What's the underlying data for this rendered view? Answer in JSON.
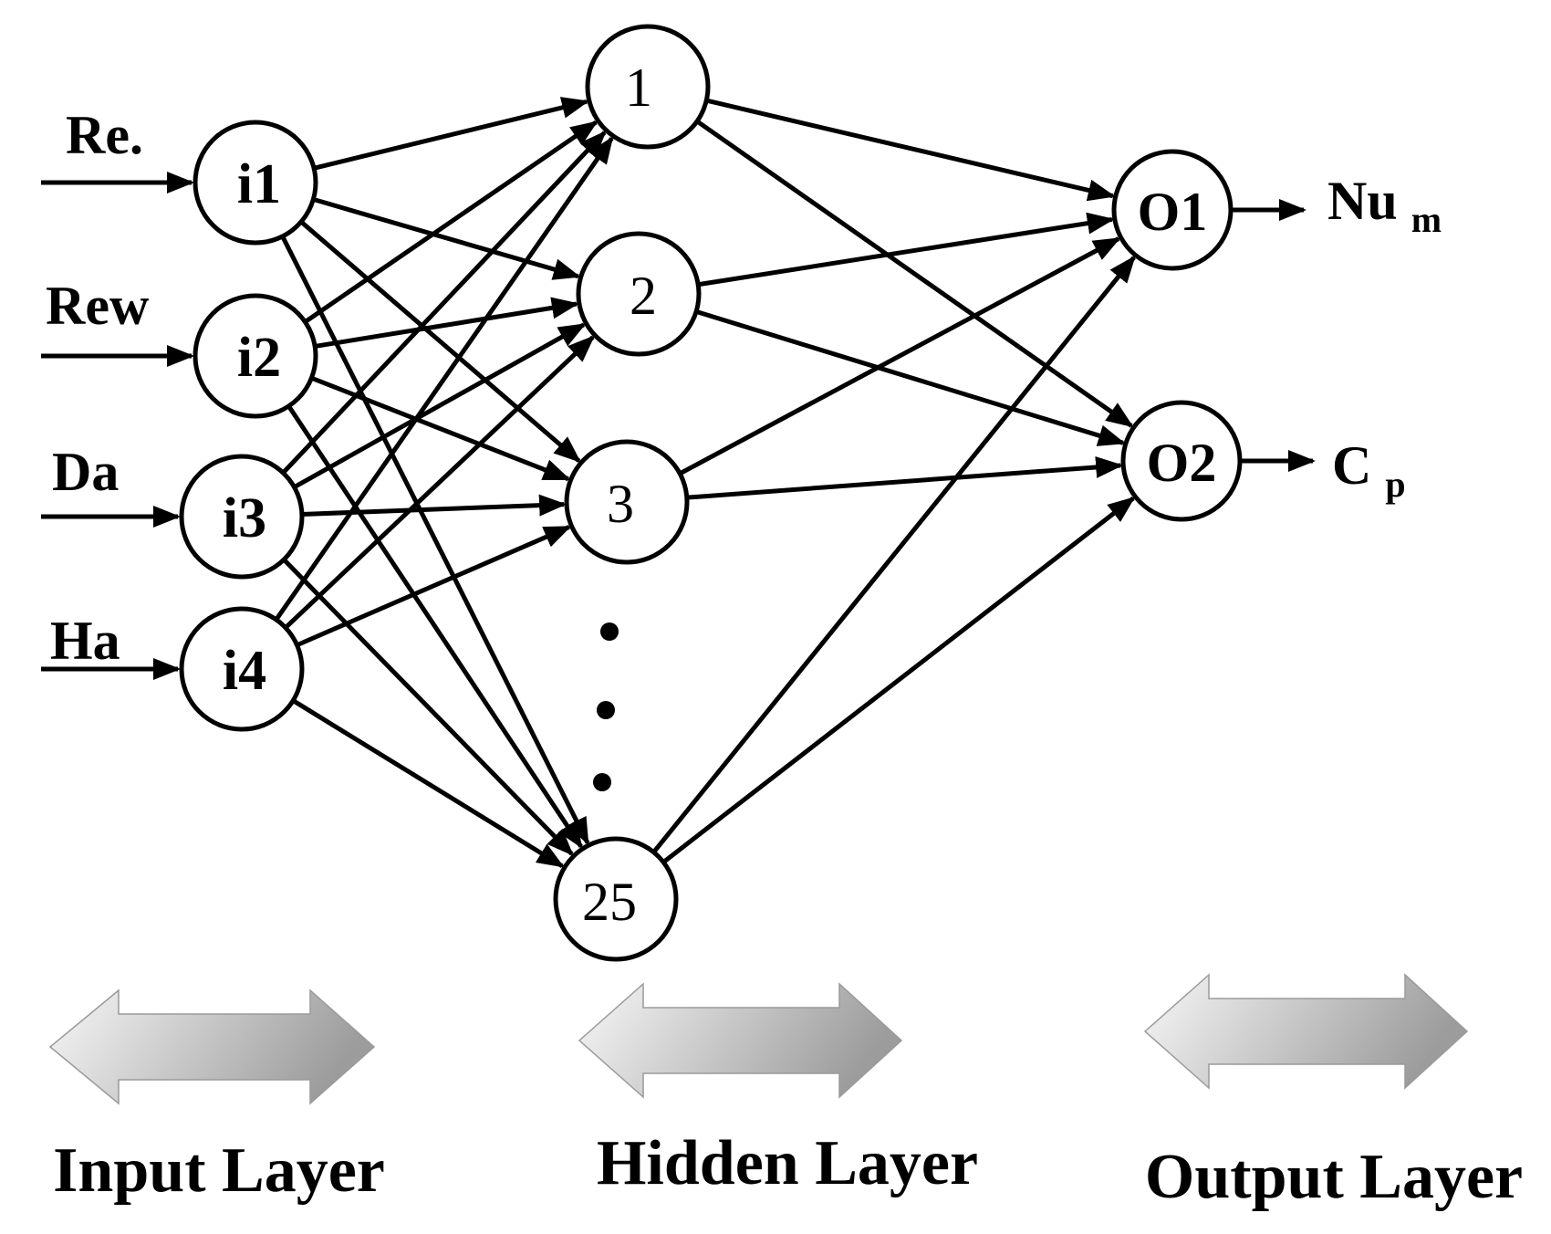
{
  "inputs": [
    {
      "node": "i1",
      "variable": "Re."
    },
    {
      "node": "i2",
      "variable": "Rew"
    },
    {
      "node": "i3",
      "variable": "Da"
    },
    {
      "node": "i4",
      "variable": "Ha"
    }
  ],
  "hidden": [
    "1",
    "2",
    "3",
    "25"
  ],
  "ellipsis_dot_count": 3,
  "outputs": [
    {
      "node": "O1",
      "variable_main": "Nu",
      "variable_sub": "m"
    },
    {
      "node": "O2",
      "variable_main": "C",
      "variable_sub": "p"
    }
  ],
  "layers": [
    "Input Layer",
    "Hidden Layer",
    "Output Layer"
  ],
  "colors": {
    "stroke": "#000000",
    "background": "#ffffff",
    "layer_arrow_light": "#f7f7f7",
    "layer_arrow_dark": "#9c9c9c"
  }
}
